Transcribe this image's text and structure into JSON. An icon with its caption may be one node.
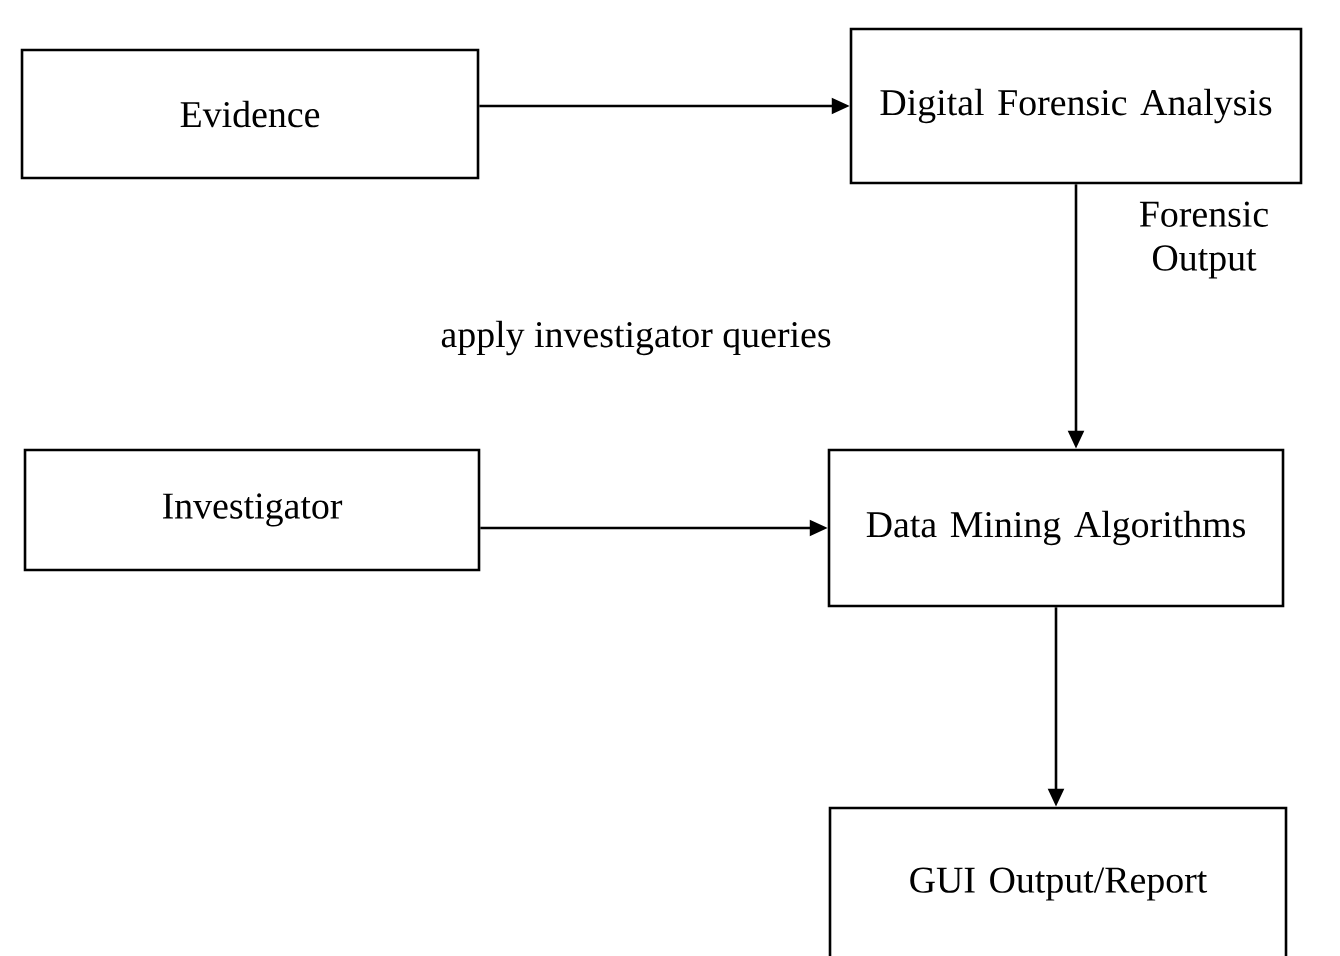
{
  "diagram": {
    "nodes": [
      {
        "text": [
          "Evidence"
        ]
      },
      {
        "text": [
          "Digital Forensic Analysis"
        ]
      },
      {
        "text": [
          "Investigator"
        ]
      },
      {
        "text": [
          "Data Mining Algorithms"
        ]
      },
      {
        "text": [
          "GUI Output/Report"
        ]
      }
    ],
    "edges": [
      {
        "from": 0,
        "to": 1,
        "arrow": "to"
      },
      {
        "from": 1,
        "to": 3,
        "arrow": "to",
        "label": "Forensic Output"
      },
      {
        "from": 2,
        "to": 3,
        "arrow": "to"
      },
      {
        "from": 3,
        "to": 4,
        "arrow": "to"
      }
    ],
    "labels": [
      "apply investigator queries"
    ]
  }
}
